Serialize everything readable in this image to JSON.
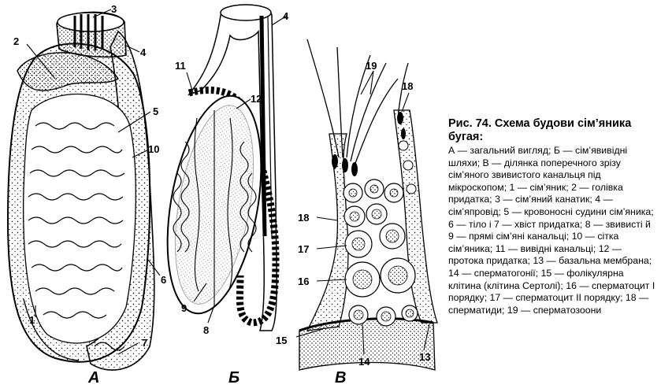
{
  "figure": {
    "panels": {
      "A": "А",
      "B": "Б",
      "C": "В"
    },
    "numbers": [
      "1",
      "2",
      "3",
      "4",
      "5",
      "6",
      "7",
      "8",
      "9",
      "10",
      "11",
      "12",
      "13",
      "14",
      "15",
      "16",
      "17",
      "18",
      "19"
    ]
  },
  "caption": {
    "title": "Рис. 74. Схема будови сім’яника бугая:",
    "text": "А — загальний вигляд; Б — сім’явивідні шляхи; В — ділянка поперечного зрізу сім’яного звивистого канальця під мікроскопом; 1 — сім’яник; 2 — голівка придатка; 3 — сім’яний канатик; 4 — сім’япровід; 5 — кровоносні судини сім’яника; 6 — тіло і 7 — хвіст придатка; 8 — звивисті й 9 — прямі сім’яні канальці; 10 — сітка сім’яника; 11 — вивідні канальці; 12 — протока придатка; 13 — базальна мембрана; 14 — сперматогонії; 15 — фолікулярна клітина (клітина Сертолі); 16 — сперматоцит І порядку; 17 — сперматоцит ІІ порядку; 18 — сперматиди; 19 — сперматозоони"
  }
}
